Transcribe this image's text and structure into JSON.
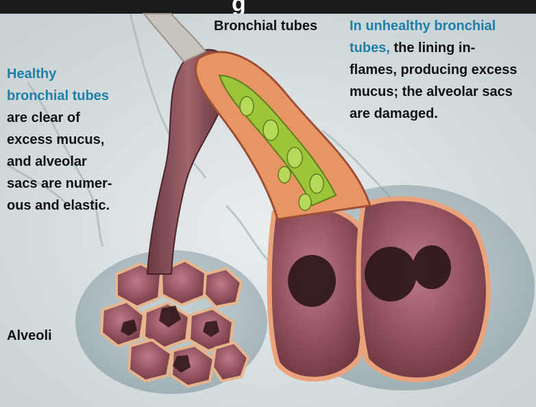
{
  "header": {
    "title_fragment": "g"
  },
  "labels": {
    "bronchial_tubes": "Bronchial tubes",
    "alveoli": "Alveoli",
    "healthy": {
      "heading_lines": [
        "Healthy",
        "bronchial tubes"
      ],
      "body_lines": [
        "are clear of",
        "excess mucus,",
        "and alveolar",
        "sacs are numer-",
        "ous and elastic."
      ]
    },
    "unhealthy": {
      "heading_lines": [
        "In unhealthy bronchial",
        "tubes,"
      ],
      "body_lines": [
        " the lining in-",
        "flames, producing excess",
        "mucus; the alveolar sacs",
        "are damaged."
      ]
    }
  },
  "colors": {
    "accent": "#1e7fa8",
    "text": "#111111",
    "background": "#d9dfe1",
    "tissue": "#8a4a4f",
    "mucus": "#9cc53a",
    "lining": "#e89463"
  }
}
